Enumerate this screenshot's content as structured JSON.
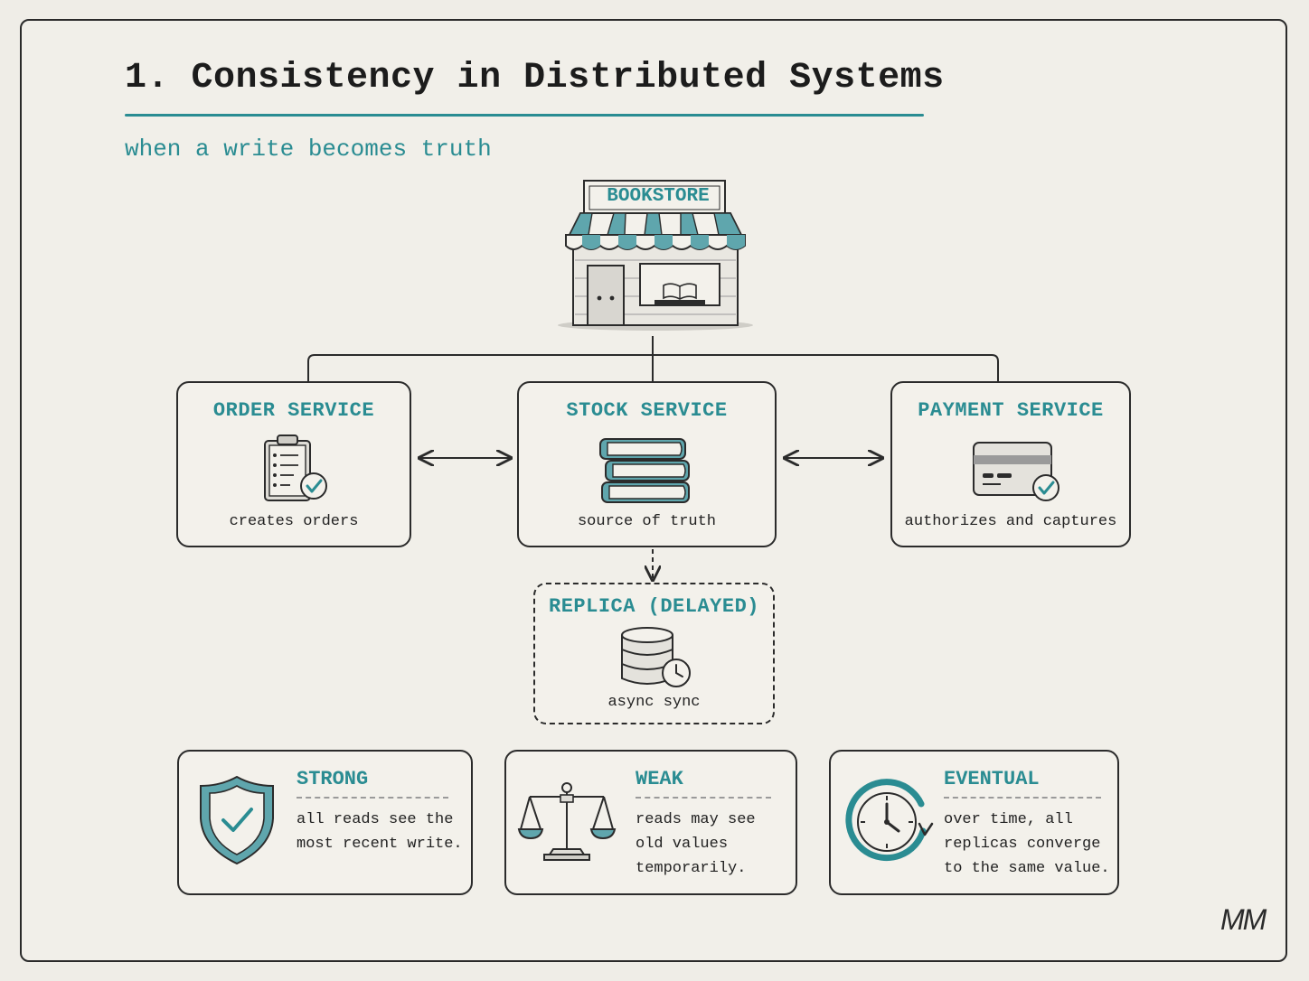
{
  "title": "1. Consistency in Distributed Systems",
  "subtitle": "when a write becomes truth",
  "store": {
    "label": "BOOKSTORE"
  },
  "services": {
    "order": {
      "title": "ORDER SERVICE",
      "desc": "creates orders",
      "icon": "clipboard-check-icon"
    },
    "stock": {
      "title": "STOCK SERVICE",
      "desc": "source of truth",
      "icon": "book-stack-icon"
    },
    "payment": {
      "title": "PAYMENT SERVICE",
      "desc": "authorizes and captures",
      "icon": "credit-card-check-icon"
    },
    "replica": {
      "title": "REPLICA (DELAYED)",
      "desc": "async sync",
      "icon": "database-clock-icon"
    }
  },
  "consistency": [
    {
      "title": "STRONG",
      "desc": "all reads see the\nmost recent write.",
      "icon": "shield-check-icon"
    },
    {
      "title": "WEAK",
      "desc": "reads may see\nold values\ntemporarily.",
      "icon": "balance-scale-icon"
    },
    {
      "title": "EVENTUAL",
      "desc": "over time, all\nreplicas converge\nto the same value.",
      "icon": "clock-cycle-icon"
    }
  ],
  "signature": "MM",
  "colors": {
    "accent": "#2a8c92",
    "ink": "#2b2b2b",
    "paper": "#f1efe9"
  }
}
